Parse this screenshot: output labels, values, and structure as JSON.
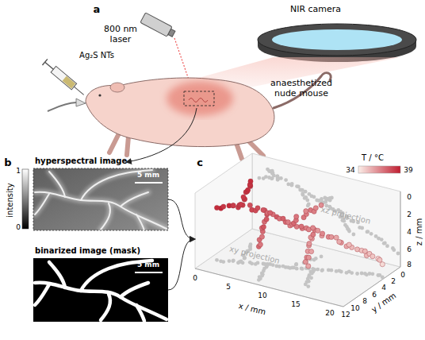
{
  "diagram": {
    "nodes": [
      {
        "text": [
          "hyperspectral image",
          "5 mm"
        ]
      },
      {
        "text": [
          "binarized image (mask)",
          "5 mm"
        ]
      },
      {
        "text": [
          "xz projection",
          "xy projection"
        ]
      }
    ],
    "edges": [
      {
        "from": 0,
        "to": 2,
        "arrow": "to"
      },
      {
        "from": 1,
        "to": 2,
        "arrow": "to"
      }
    ],
    "labels": [
      "a",
      "NIR camera",
      "800 nm laser",
      "Ag₂S NTs",
      "anaesthetized nude mouse",
      "b",
      "intensity",
      "1",
      "0",
      "c",
      "T / °C",
      "34",
      "39",
      "x / mm",
      "0",
      "5",
      "10",
      "15",
      "20",
      "y / mm",
      "0",
      "2",
      "4",
      "6",
      "8",
      "10",
      "12",
      "z / mm",
      "0",
      "2",
      "4",
      "6",
      "8"
    ]
  }
}
